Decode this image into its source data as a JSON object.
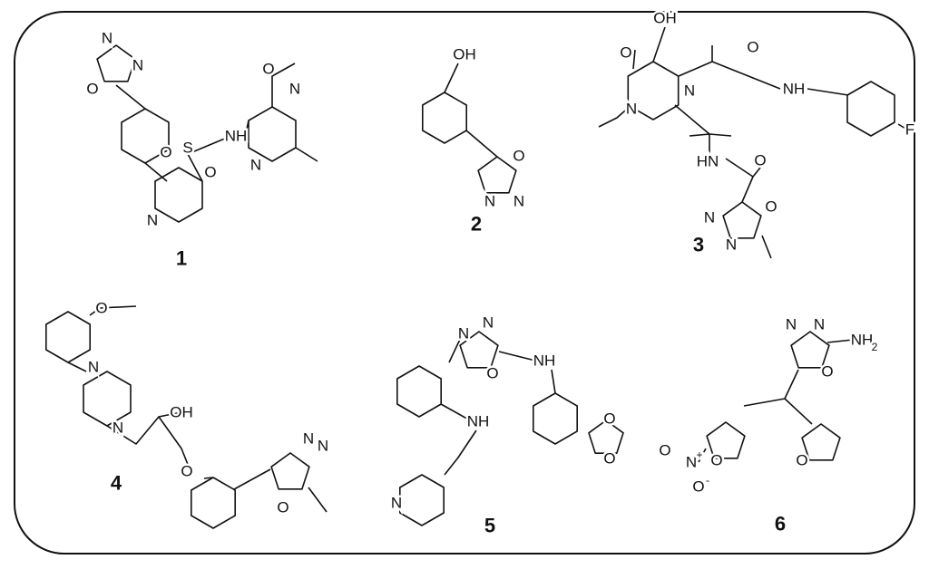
{
  "compounds": [
    {
      "label": "1",
      "atoms": [
        "N",
        "N",
        "O",
        "N",
        "S",
        "O",
        "O",
        "NH",
        "O",
        "N",
        "N"
      ]
    },
    {
      "label": "2",
      "atoms": [
        "OH",
        "O",
        "N",
        "N"
      ]
    },
    {
      "label": "3",
      "atoms": [
        "OH",
        "O",
        "N",
        "N",
        "O",
        "NH",
        "F",
        "HN",
        "O",
        "N",
        "O",
        "N"
      ]
    },
    {
      "label": "4",
      "atoms": [
        "O",
        "N",
        "N",
        "OH",
        "O",
        "N",
        "N",
        "O"
      ]
    },
    {
      "label": "5",
      "atoms": [
        "N",
        "N",
        "O",
        "NH",
        "NH",
        "N",
        "O",
        "O"
      ]
    },
    {
      "label": "6",
      "atoms": [
        "N",
        "N",
        "O",
        "NH",
        "2",
        "O",
        "O",
        "N",
        "+",
        "O",
        "-",
        "O"
      ]
    }
  ]
}
